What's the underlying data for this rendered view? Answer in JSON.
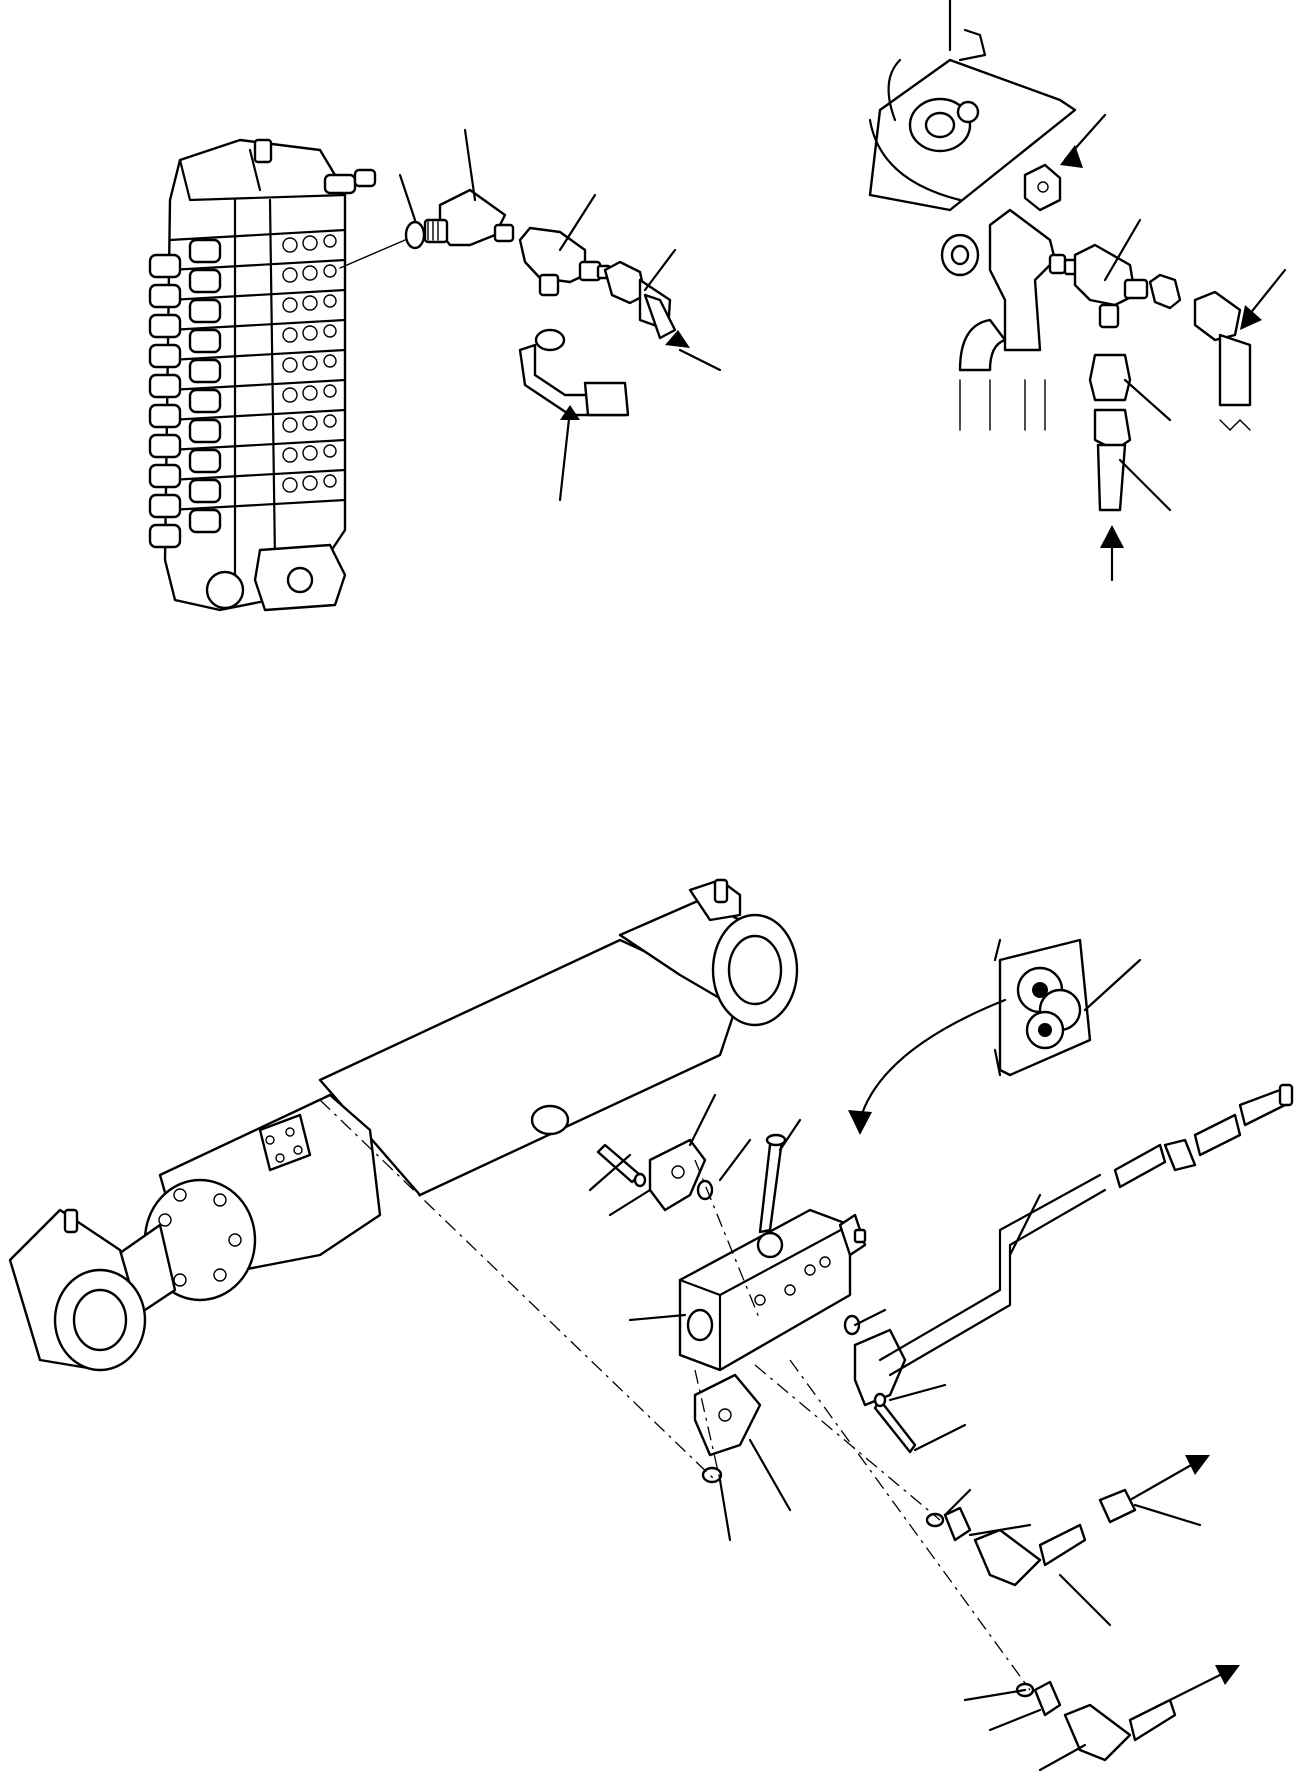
{
  "figure": {
    "background": "#ffffff",
    "ink": "#000000",
    "views": [
      {
        "id": "control-valve-view"
      },
      {
        "id": "swing-motor-view"
      },
      {
        "id": "boom-cylinder-view"
      }
    ]
  }
}
